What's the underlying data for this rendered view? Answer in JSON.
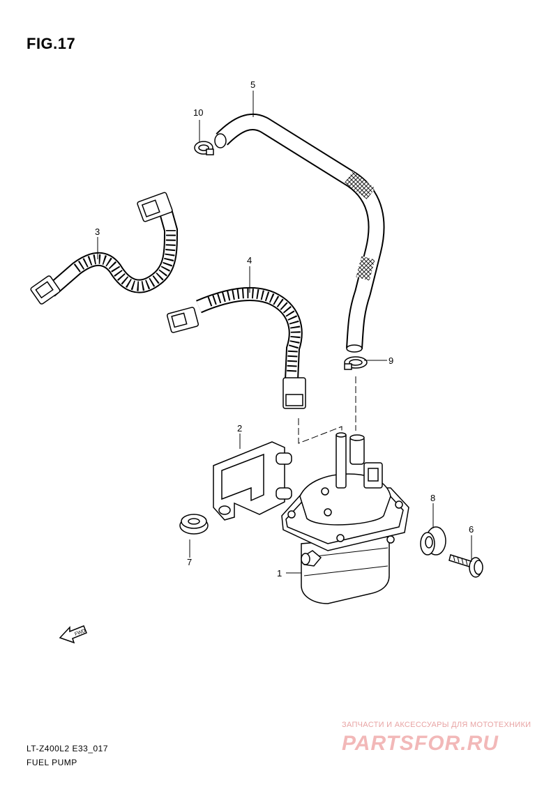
{
  "figure": {
    "title": "FIG.17"
  },
  "callouts": [
    "1",
    "2",
    "3",
    "4",
    "5",
    "6",
    "7",
    "8",
    "9",
    "10"
  ],
  "footer": {
    "code": "LT-Z400L2 E33_017",
    "name": "FUEL PUMP"
  },
  "fwd_label": "FWD",
  "watermark": {
    "line1": "ЗАПЧАСТИ И АКСЕССУАРЫ ДЛЯ МОТОТЕХНИКИ",
    "logo": "PARTSFOR.RU"
  }
}
